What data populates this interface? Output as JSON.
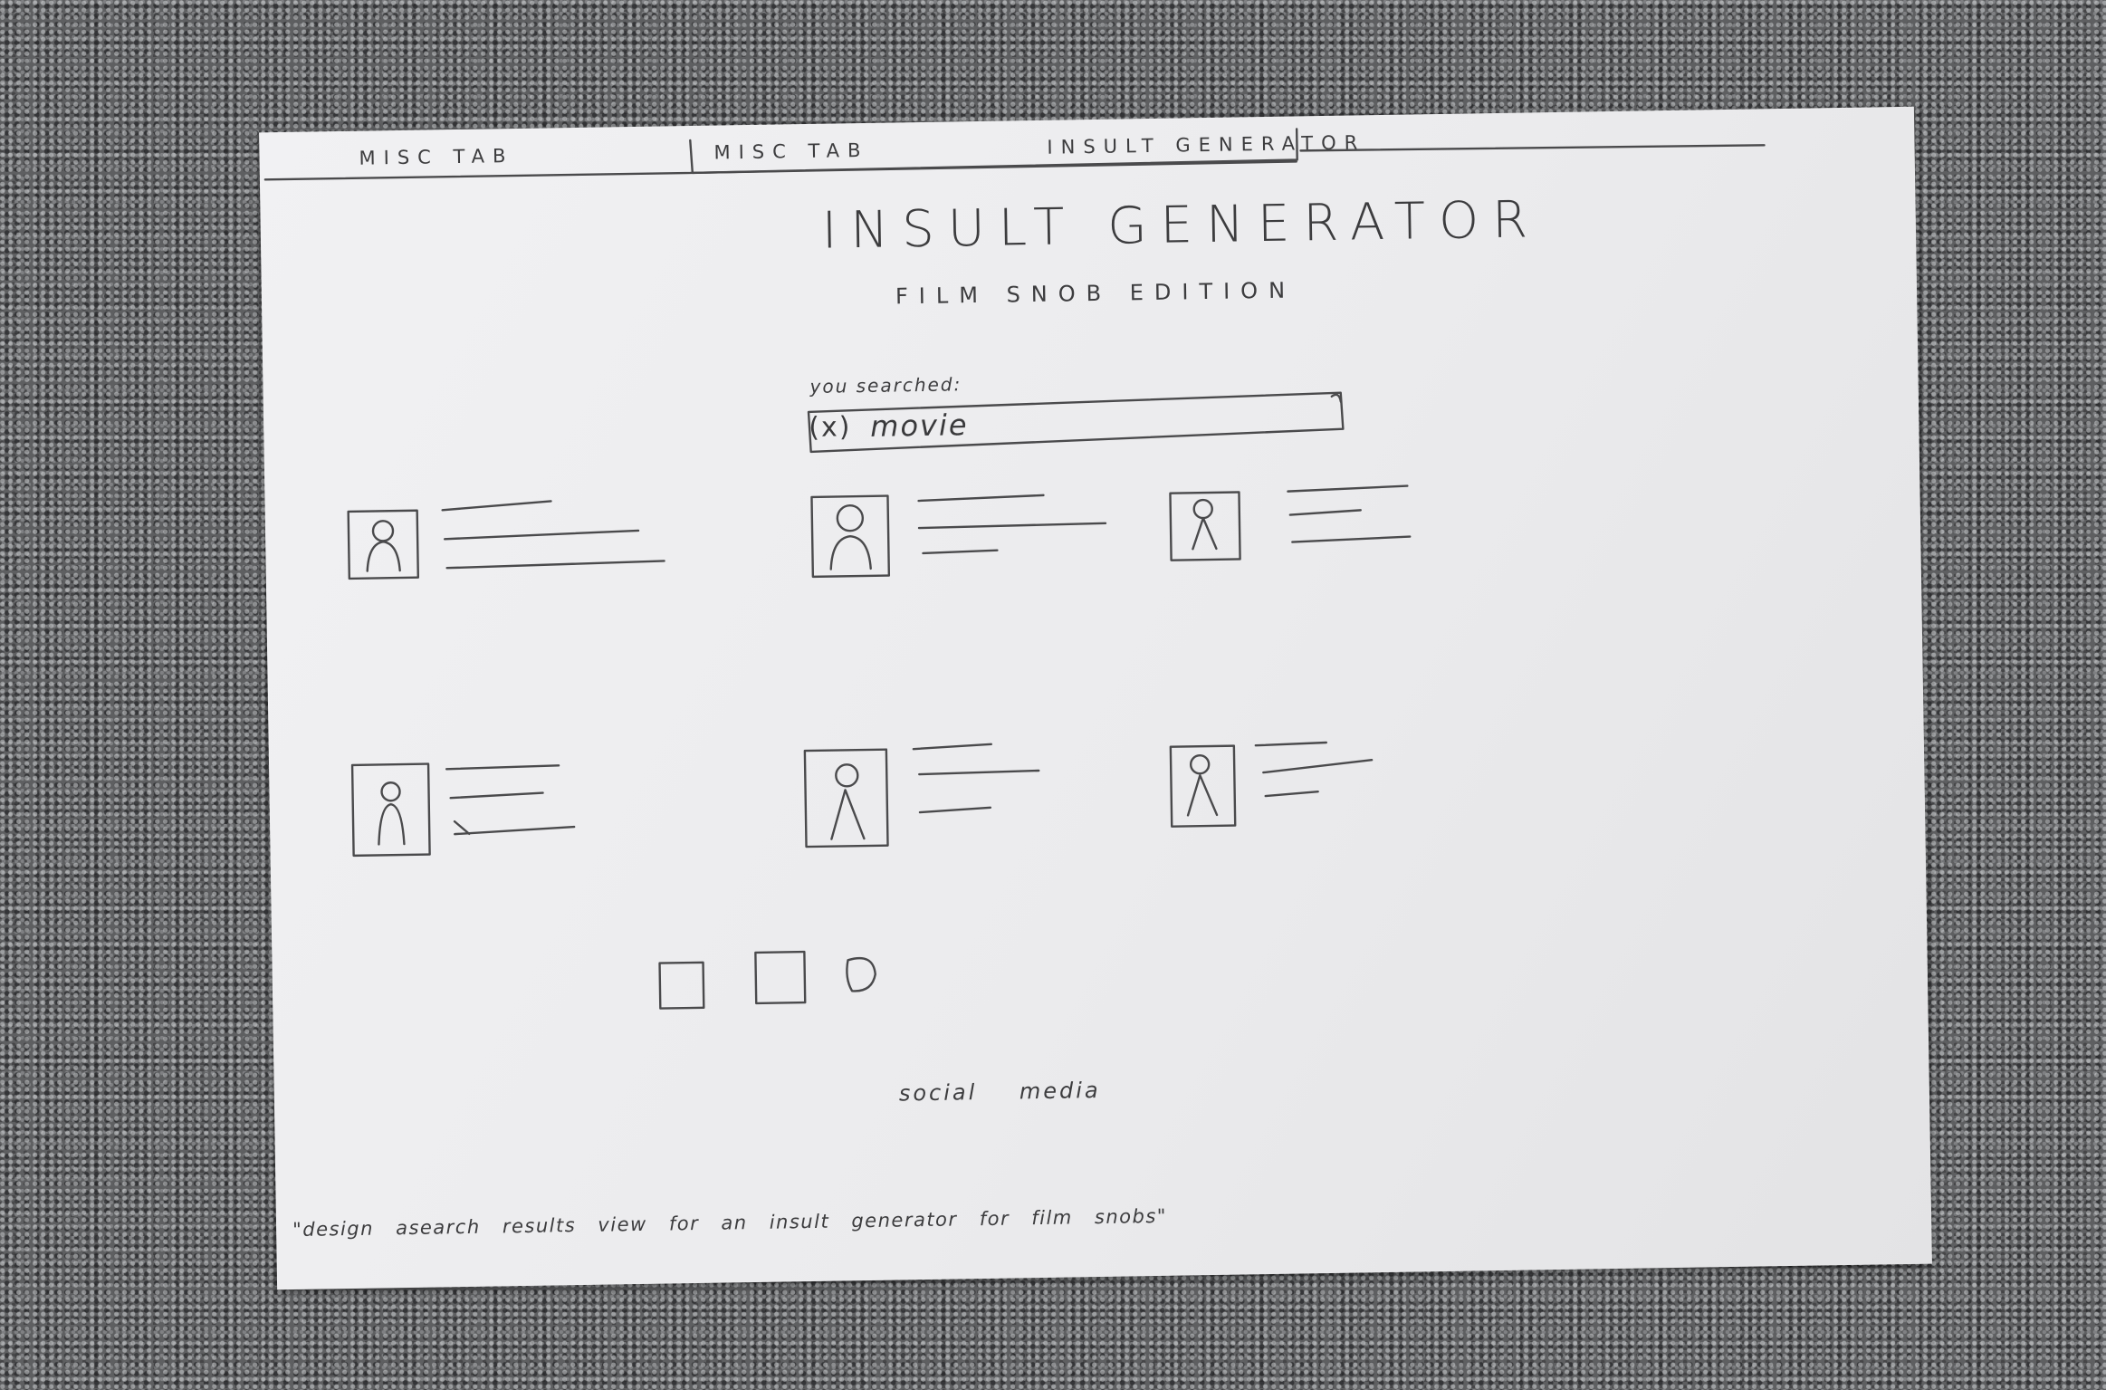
{
  "nav": {
    "tabs": [
      {
        "label": "MISC TAB"
      },
      {
        "label": "MISC TAB"
      },
      {
        "label": "INSULT GENERATOR"
      }
    ]
  },
  "header": {
    "title": "INSULT GENERATOR",
    "subtitle": "FILM SNOB EDITION"
  },
  "search": {
    "label": "you searched:",
    "clear_label": "(x)",
    "query": "movie"
  },
  "results": {
    "count_shown": 6
  },
  "footer": {
    "social_label": "social media"
  },
  "caption": "\"design asearch results view for an insult generator for film snobs\"",
  "colors": {
    "paper": "#ebebed",
    "ink": "#4a4a4c",
    "carpet": "#5e5f61"
  }
}
